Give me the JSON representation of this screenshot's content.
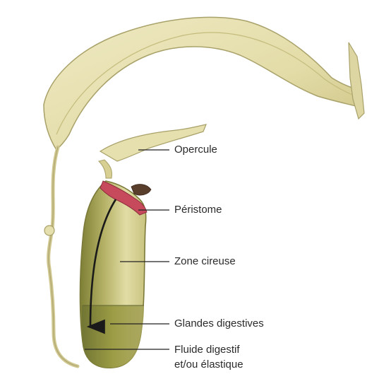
{
  "diagram": {
    "labels": {
      "opercule": "Opercule",
      "peristome": "Péristome",
      "zone_cireuse": "Zone cireuse",
      "glandes_digestives": "Glandes digestives",
      "fluide_line1": "Fluide digestif",
      "fluide_line2": "et/ou élastique"
    },
    "colors": {
      "plant_light": "#ece7bd",
      "plant_stroke": "#a8a169",
      "pitcher_dark": "#8a8a3c",
      "peristome_red": "#c74a5c",
      "fluid_green": "#8b8f42",
      "arrow": "#1a1a1a",
      "leader": "#222222"
    }
  }
}
